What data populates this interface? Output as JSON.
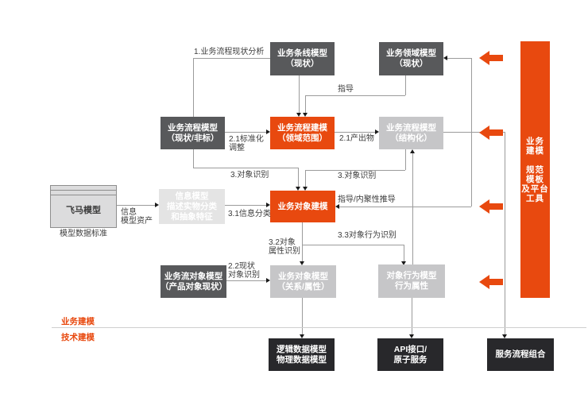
{
  "diagram": {
    "title_hint": "业务建模流程图",
    "nodes": {
      "biz_line_model": {
        "lines": [
          "业务条线模型",
          "（现状）"
        ]
      },
      "biz_domain_model": {
        "lines": [
          "业务领域模型",
          "（现状）"
        ]
      },
      "biz_process_model_asis": {
        "lines": [
          "业务流程模型",
          "（现状/非标）"
        ]
      },
      "biz_process_modeling": {
        "lines": [
          "业务流程建模",
          "（领域范围）"
        ]
      },
      "biz_process_model_structured": {
        "lines": [
          "业务流程模型",
          "（结构化）"
        ]
      },
      "pegasus_model": {
        "label": "飞马模型",
        "caption": "模型数据标准"
      },
      "info_model": {
        "lines": [
          "信息模型",
          "描述实物分类",
          "和抽象特征"
        ]
      },
      "biz_object_modeling": {
        "label": "业务对象建模"
      },
      "biz_flow_object_model": {
        "lines": [
          "业务流对象模型",
          "（产品对象现状）"
        ]
      },
      "biz_object_model": {
        "lines": [
          "业务对象模型",
          "（关系/属性）"
        ]
      },
      "object_behavior_model": {
        "lines": [
          "对象行为模型",
          "行为属性"
        ]
      },
      "logical_data_model": {
        "lines": [
          "逻辑数据模型",
          "物理数据模型"
        ]
      },
      "api_service": {
        "lines": [
          "API接口/",
          "原子服务"
        ]
      },
      "service_composition": {
        "label": "服务流程组合"
      }
    },
    "edge_labels": {
      "l1": "1.业务流程现状分析",
      "guide": "指导",
      "l21a": [
        "2.1标准化",
        "调整"
      ],
      "l21b": "2.1产出物",
      "l3_left": "3.对象识别",
      "l3_right": "3.对象识别",
      "info_asset": [
        "信息",
        "模型资产"
      ],
      "l31": "3.1信息分类",
      "guide_cohesion": "指导/内聚性推导",
      "l32": [
        "3.2对象",
        "属性识别"
      ],
      "l33": "3.3对象行为识别",
      "l22": [
        "2.2现状",
        "对象识别"
      ]
    },
    "sidebar": {
      "lines": [
        "业务",
        "建模",
        "",
        "规范",
        "模板",
        "及平台",
        "工具"
      ]
    },
    "lanes": {
      "top": "业务建模",
      "bottom": "技术建模"
    },
    "colors": {
      "accent_orange": "#E8490F",
      "dark_gray_node": "#58595B",
      "near_black_node": "#28282B",
      "mid_gray_node": "#C6C6C8",
      "light_gray_node": "#E4E4E4",
      "pegasus_fill": "#DCDCDD",
      "connector_line": "#9B9B9B",
      "label_text": "#3C3C3C"
    }
  }
}
